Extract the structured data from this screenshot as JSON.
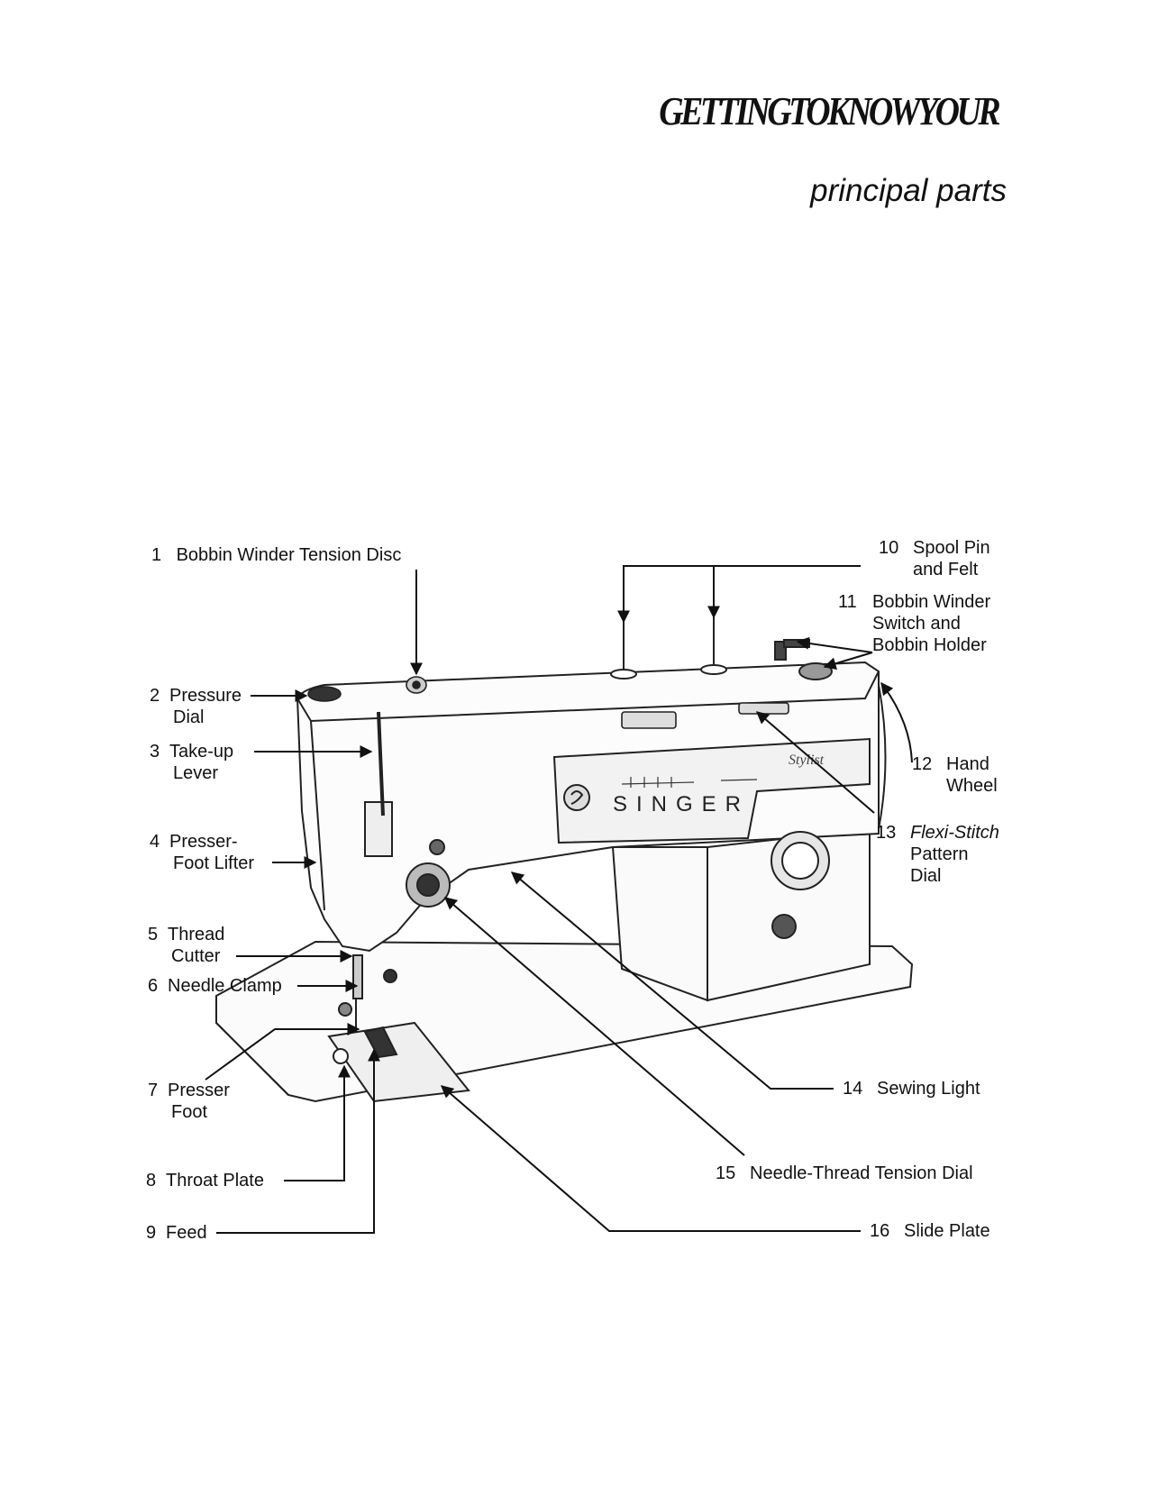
{
  "header": {
    "title": "GETTINGTOKNOWYOUR",
    "subtitle": "principal parts"
  },
  "parts": [
    {
      "num": "1",
      "lines": [
        "Bobbin Winder Tension Disc"
      ]
    },
    {
      "num": "2",
      "lines": [
        "Pressure",
        "Dial"
      ]
    },
    {
      "num": "3",
      "lines": [
        "Take-up",
        "Lever"
      ]
    },
    {
      "num": "4",
      "lines": [
        "Presser-",
        "Foot Lifter"
      ]
    },
    {
      "num": "5",
      "lines": [
        "Thread",
        "Cutter"
      ]
    },
    {
      "num": "6",
      "lines": [
        "Needle Clamp"
      ]
    },
    {
      "num": "7",
      "lines": [
        "Presser",
        "Foot"
      ]
    },
    {
      "num": "8",
      "lines": [
        "Throat Plate"
      ]
    },
    {
      "num": "9",
      "lines": [
        "Feed"
      ]
    },
    {
      "num": "10",
      "lines": [
        "Spool Pin",
        "and Felt"
      ]
    },
    {
      "num": "11",
      "lines": [
        "Bobbin Winder",
        "Switch and",
        "Bobbin Holder"
      ]
    },
    {
      "num": "12",
      "lines": [
        "Hand",
        "Wheel"
      ]
    },
    {
      "num": "13",
      "lines": [
        "Flexi-Stitch",
        "Pattern",
        "Dial"
      ]
    },
    {
      "num": "14",
      "lines": [
        "Sewing Light"
      ]
    },
    {
      "num": "15",
      "lines": [
        "Needle-Thread Tension Dial"
      ]
    },
    {
      "num": "16",
      "lines": [
        "Slide Plate"
      ]
    }
  ],
  "machine": {
    "brand": "SINGER",
    "script_badge": "Stylist"
  }
}
